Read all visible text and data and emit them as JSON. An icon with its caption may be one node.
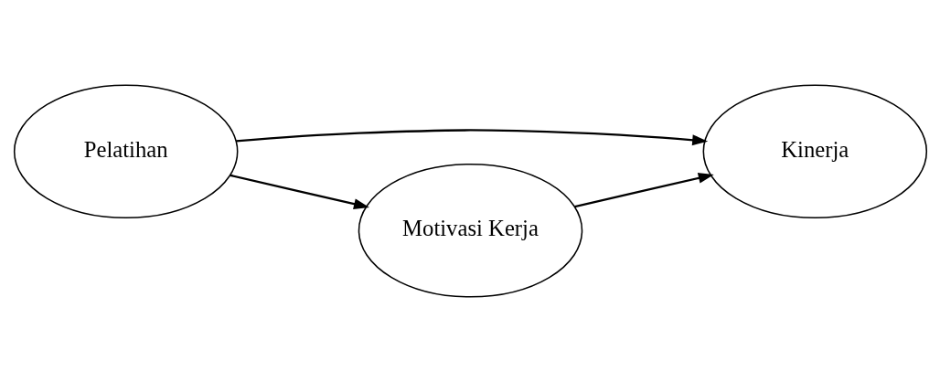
{
  "diagram": {
    "nodes": [
      {
        "text": [
          "Pelatihan"
        ]
      },
      {
        "text": [
          "Kinerja"
        ]
      },
      {
        "text": [
          "Motivasi Kerja"
        ]
      }
    ],
    "edges": [
      {
        "from": 0,
        "to": 1,
        "arrow": "to"
      },
      {
        "from": 0,
        "to": 2,
        "arrow": "to"
      },
      {
        "from": 2,
        "to": 1,
        "arrow": "to"
      }
    ]
  }
}
